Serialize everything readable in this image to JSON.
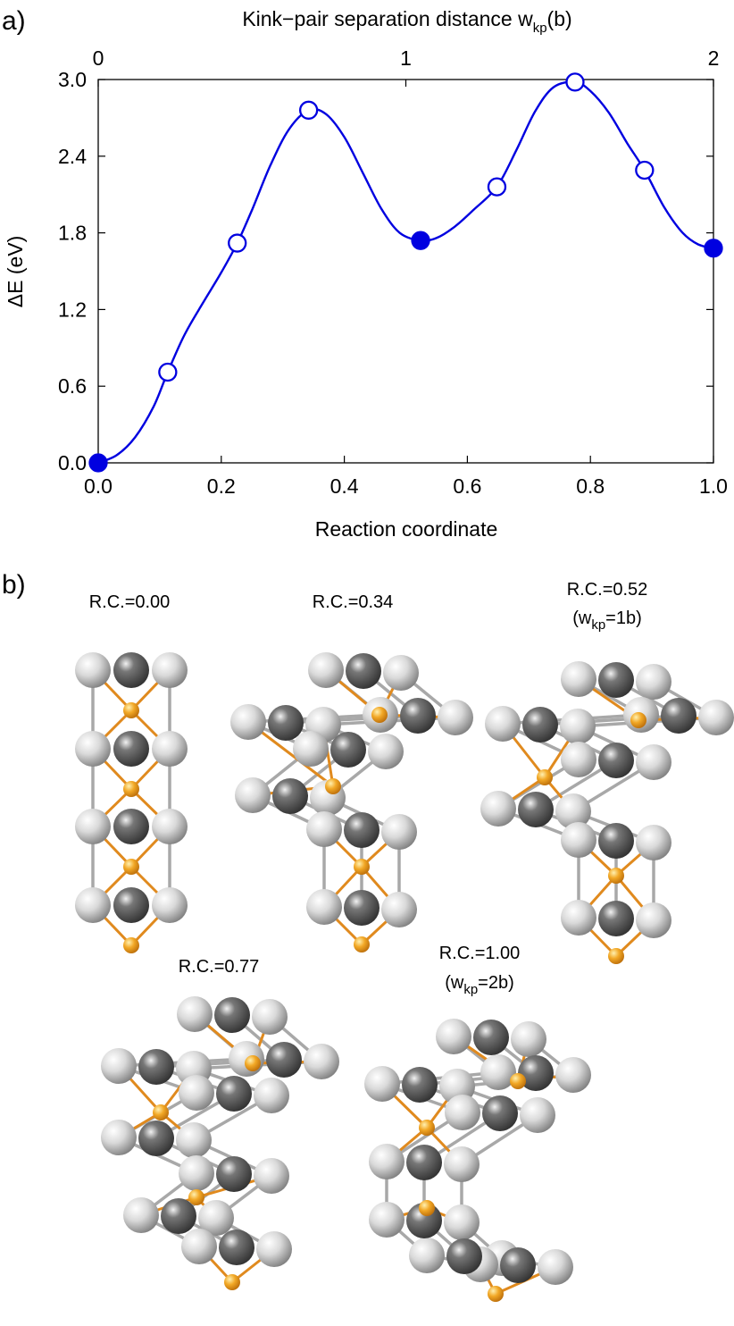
{
  "panel_a": {
    "letter": "a)"
  },
  "panel_b": {
    "letter": "b)",
    "captions": [
      {
        "line1": "R.C.=0.00"
      },
      {
        "line1": "R.C.=0.34"
      },
      {
        "line1": "R.C.=0.52",
        "line2_pre": "(w",
        "line2_sub": "kp",
        "line2_post": "=1b)"
      },
      {
        "line1": "R.C.=0.77"
      },
      {
        "line1": "R.C.=1.00",
        "line2_pre": "(w",
        "line2_sub": "kp",
        "line2_post": "=2b)"
      }
    ]
  },
  "chart_data": {
    "type": "line",
    "xlabel": "Reaction coordinate",
    "ylabel": "ΔE (eV)",
    "top_axis": {
      "label_pre": "Kink−pair separation distance w",
      "label_sub": "kp",
      "label_post": "(b)",
      "ticks": [
        0,
        1,
        2
      ],
      "tick_labels": [
        "0",
        "1",
        "2"
      ],
      "range": [
        0,
        2
      ]
    },
    "xlim": [
      0.0,
      1.0
    ],
    "ylim": [
      0.0,
      3.0
    ],
    "xticks": [
      0.0,
      0.2,
      0.4,
      0.6,
      0.8,
      1.0
    ],
    "xtick_labels": [
      "0.0",
      "0.2",
      "0.4",
      "0.6",
      "0.8",
      "1.0"
    ],
    "yticks": [
      0.0,
      0.6,
      1.2,
      1.8,
      2.4,
      3.0
    ],
    "ytick_labels": [
      "0.0",
      "0.6",
      "1.2",
      "1.8",
      "2.4",
      "3.0"
    ],
    "grid": false,
    "line_color": "#0000e0",
    "points": [
      {
        "x": 0.0,
        "y": 0.0,
        "filled": true
      },
      {
        "x": 0.113,
        "y": 0.71,
        "filled": false
      },
      {
        "x": 0.226,
        "y": 1.72,
        "filled": false
      },
      {
        "x": 0.342,
        "y": 2.76,
        "filled": false
      },
      {
        "x": 0.524,
        "y": 1.74,
        "filled": true
      },
      {
        "x": 0.648,
        "y": 2.16,
        "filled": false
      },
      {
        "x": 0.775,
        "y": 2.98,
        "filled": false
      },
      {
        "x": 0.888,
        "y": 2.29,
        "filled": false
      },
      {
        "x": 1.0,
        "y": 1.68,
        "filled": true
      }
    ],
    "curve": [
      [
        0.0,
        0.0
      ],
      [
        0.03,
        0.06
      ],
      [
        0.06,
        0.2
      ],
      [
        0.09,
        0.44
      ],
      [
        0.113,
        0.71
      ],
      [
        0.14,
        1.0
      ],
      [
        0.17,
        1.25
      ],
      [
        0.2,
        1.49
      ],
      [
        0.226,
        1.72
      ],
      [
        0.25,
        1.98
      ],
      [
        0.28,
        2.33
      ],
      [
        0.31,
        2.61
      ],
      [
        0.342,
        2.76
      ],
      [
        0.37,
        2.73
      ],
      [
        0.4,
        2.55
      ],
      [
        0.43,
        2.27
      ],
      [
        0.46,
        1.99
      ],
      [
        0.49,
        1.8
      ],
      [
        0.524,
        1.74
      ],
      [
        0.55,
        1.76
      ],
      [
        0.58,
        1.85
      ],
      [
        0.61,
        1.98
      ],
      [
        0.648,
        2.16
      ],
      [
        0.68,
        2.45
      ],
      [
        0.71,
        2.75
      ],
      [
        0.74,
        2.94
      ],
      [
        0.775,
        2.98
      ],
      [
        0.8,
        2.91
      ],
      [
        0.83,
        2.74
      ],
      [
        0.86,
        2.5
      ],
      [
        0.888,
        2.29
      ],
      [
        0.92,
        2.0
      ],
      [
        0.95,
        1.8
      ],
      [
        0.975,
        1.71
      ],
      [
        1.0,
        1.68
      ]
    ]
  },
  "colors": {
    "line": "#0000e0",
    "marker_fill": "#0000e0",
    "marker_open": "#ffffff",
    "atom_light": "#e6e6e6",
    "atom_dark": "#555555",
    "solute": "#f0a020",
    "bond_gray": "#a8a8a8",
    "bond_orange": "#e08a1e"
  }
}
